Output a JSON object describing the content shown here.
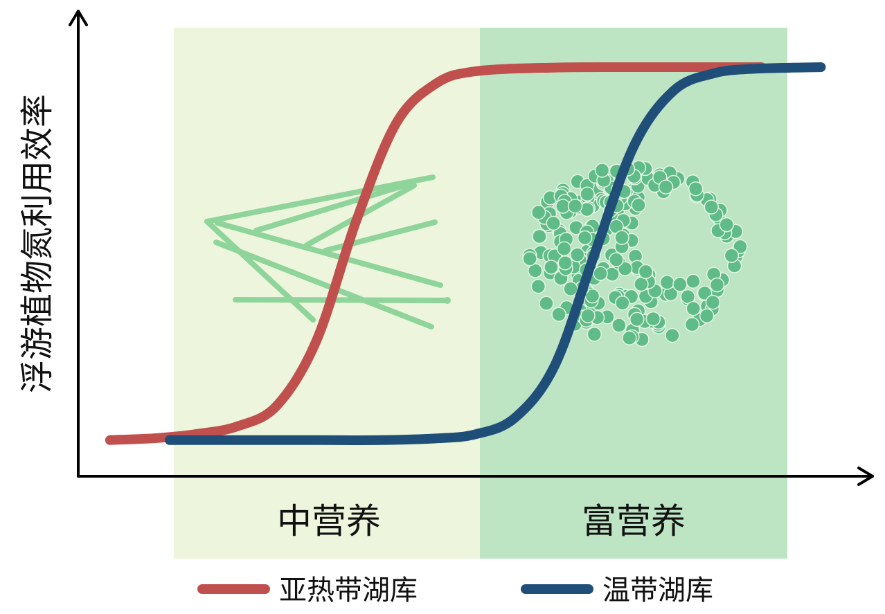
{
  "y_axis_label": "浮游植物氮利用效率",
  "zones": [
    {
      "label": "中营养",
      "color": "#edf6dc"
    },
    {
      "label": "富营养",
      "color": "#bde4c3"
    }
  ],
  "legend": [
    {
      "label": "亚热带湖库",
      "color": "#c0504d"
    },
    {
      "label": "温带湖库",
      "color": "#1f4e79"
    }
  ],
  "illustrations": {
    "filamentous_icon": "filamentous-algae-icon",
    "colonial_icon": "colonial-algae-icon",
    "filament_color": "#8fd49a",
    "colony_color": "#5fbb87"
  },
  "chart_data": {
    "type": "line",
    "title": "",
    "xlabel": "",
    "ylabel": "浮游植物氮利用效率",
    "xlim": [
      0,
      100
    ],
    "ylim": [
      0,
      100
    ],
    "grid": false,
    "legend_position": "bottom",
    "series": [
      {
        "name": "亚热带湖库",
        "color": "#c0504d",
        "x": [
          4,
          10,
          15,
          20,
          25,
          30,
          35,
          40,
          45,
          50,
          60,
          70,
          80,
          86
        ],
        "y": [
          8.7,
          9.2,
          10.2,
          12.0,
          17.0,
          32.7,
          61.5,
          84.9,
          94.5,
          97.5,
          98.4,
          98.5,
          98.5,
          98.5
        ]
      },
      {
        "name": "温带湖库",
        "color": "#1f4e79",
        "x": [
          11.5,
          20,
          30,
          38,
          45,
          50,
          55,
          60,
          65,
          70,
          75,
          80,
          85,
          93.5
        ],
        "y": [
          8.7,
          8.7,
          8.7,
          8.7,
          9.1,
          10.1,
          14.1,
          26.7,
          53.5,
          79.7,
          92.9,
          97.0,
          98.1,
          98.5
        ]
      }
    ]
  }
}
